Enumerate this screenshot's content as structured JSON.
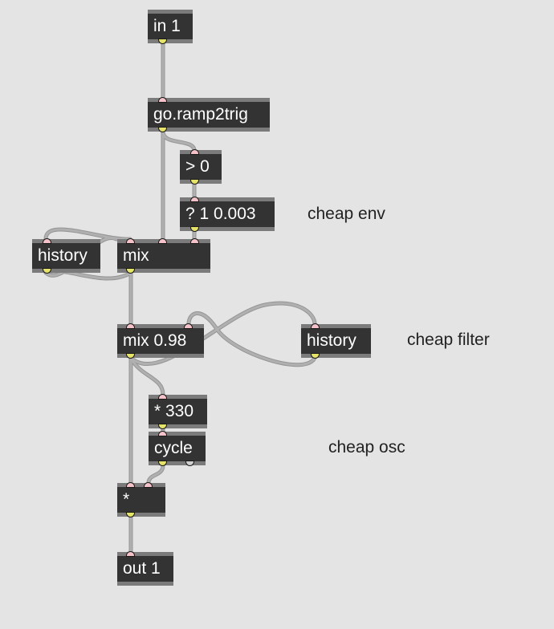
{
  "objects": {
    "in1": "in 1",
    "ramp2trig": "go.ramp2trig",
    "gt0": "> 0",
    "env": "? 1 0.003",
    "history1": "history",
    "mix1": "mix",
    "mix098": "mix 0.98",
    "history2": "history",
    "mul330": "* 330",
    "cycle": "cycle",
    "mul": "*",
    "out1": "out 1"
  },
  "comments": {
    "env": "cheap env",
    "filter": "cheap filter",
    "osc": "cheap osc"
  },
  "colors": {
    "canvas": "#e4e4e4",
    "object_body": "#333333",
    "object_border": "#7b7b7b",
    "cord": "#b0b0b0",
    "inlet": "#f4c2c8",
    "outlet": "#e6e36a"
  }
}
